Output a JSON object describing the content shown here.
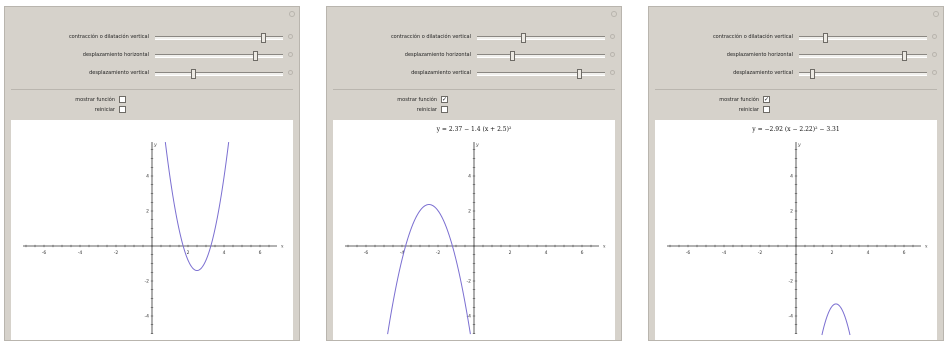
{
  "labels": {
    "vertical_scale": "contracción o dilatación vertical",
    "horizontal_shift": "desplazamiento horizontal",
    "vertical_shift": "desplazamiento vertical",
    "show_function": "mostrar función",
    "reset": "reiniciar"
  },
  "icons": {
    "add": "plus-circle-icon",
    "menu": "options-circle-icon"
  },
  "colors": {
    "panel": "#d6d2cb",
    "curve": "#7b6fd1",
    "axis": "#333333"
  },
  "axes": {
    "x_ticks": [
      "-6",
      "-4",
      "-2",
      "2",
      "4",
      "6"
    ],
    "y_ticks": [
      "4",
      "2",
      "-2",
      "-4"
    ],
    "x_name": "x",
    "y_name": "y"
  },
  "panels": [
    {
      "sliders": [
        0.84,
        0.78,
        0.3
      ],
      "show_function": false,
      "reset": false,
      "formula": "",
      "a": 2.37,
      "h": 2.5,
      "k": -1.4
    },
    {
      "sliders": [
        0.36,
        0.27,
        0.8
      ],
      "show_function": true,
      "reset": false,
      "formula": "y = 2.37 − 1.4 (x + 2.5)²",
      "a": -1.4,
      "h": -2.5,
      "k": 2.37
    },
    {
      "sliders": [
        0.2,
        0.82,
        0.1
      ],
      "show_function": true,
      "reset": false,
      "formula": "y = −2.92 (x − 2.22)² − 3.31",
      "a": -2.92,
      "h": 2.22,
      "k": -3.31
    }
  ]
}
